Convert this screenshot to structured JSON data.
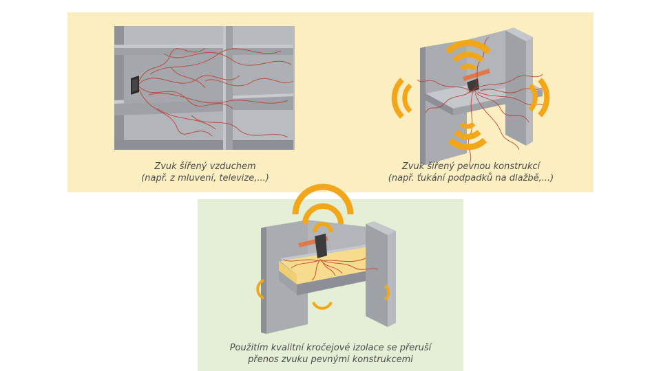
{
  "panels": {
    "airborne": {
      "caption_line1": "Zvuk šířený vzduchem",
      "caption_line2": "(např. z mluvení, televize,...)"
    },
    "structural": {
      "caption_line1": "Zvuk šířený pevnou konstrukcí",
      "caption_line2": "(např. ťukání podpadků na dlažbě,...)"
    },
    "insulation": {
      "caption_line1": "Použitím kvalitní kročejové izolace se přeruší",
      "caption_line2": "přenos zvuku pevnými konstrukcemi"
    }
  },
  "colors": {
    "top_background": "#fbefc2",
    "bottom_background": "#e4efd6",
    "concrete": "#a9adb2",
    "concrete_dark": "#8c9096",
    "concrete_light": "#c4c7cb",
    "sound_wave": "#f2a71b",
    "vibration_lines": "#c0392b",
    "insulation_layer": "#f6dc8c",
    "heel": "#e0784a"
  },
  "icons": [
    "wall-grid-illustration",
    "television-icon",
    "sound-wave-icon",
    "heel-icon"
  ]
}
